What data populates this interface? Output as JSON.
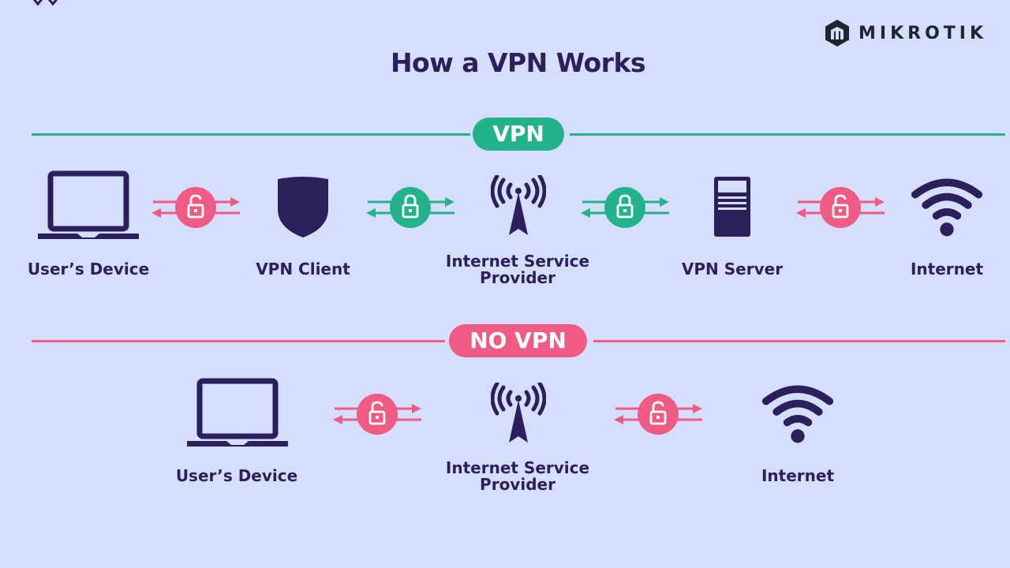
{
  "title": "How a VPN Works",
  "brand": {
    "name": "MIKROTIK",
    "icon": "mikrotik-logo-icon"
  },
  "colors": {
    "background": "#d5defc",
    "dark": "#2b1f5c",
    "vpn_green": "#22b38a",
    "novpn_pink": "#ef5b83"
  },
  "vpn_section": {
    "badge": "VPN",
    "nodes": [
      {
        "label": "User’s Device",
        "icon": "laptop-icon"
      },
      {
        "label": "VPN Client",
        "icon": "shield-icon"
      },
      {
        "label": "Internet Service\nProvider",
        "icon": "antenna-tower-icon"
      },
      {
        "label": "VPN Server",
        "icon": "server-icon"
      },
      {
        "label": "Internet",
        "icon": "wifi-icon"
      }
    ],
    "links": [
      {
        "state": "unlocked",
        "icon": "unlocked-padlock-icon"
      },
      {
        "state": "locked",
        "icon": "locked-padlock-icon"
      },
      {
        "state": "locked",
        "icon": "locked-padlock-icon"
      },
      {
        "state": "unlocked",
        "icon": "unlocked-padlock-icon"
      }
    ]
  },
  "novpn_section": {
    "badge": "NO VPN",
    "nodes": [
      {
        "label": "User’s Device",
        "icon": "laptop-icon"
      },
      {
        "label": "Internet Service\nProvider",
        "icon": "antenna-tower-icon"
      },
      {
        "label": "Internet",
        "icon": "wifi-icon"
      }
    ],
    "links": [
      {
        "state": "unlocked",
        "icon": "unlocked-padlock-icon"
      },
      {
        "state": "unlocked",
        "icon": "unlocked-padlock-icon"
      }
    ]
  }
}
